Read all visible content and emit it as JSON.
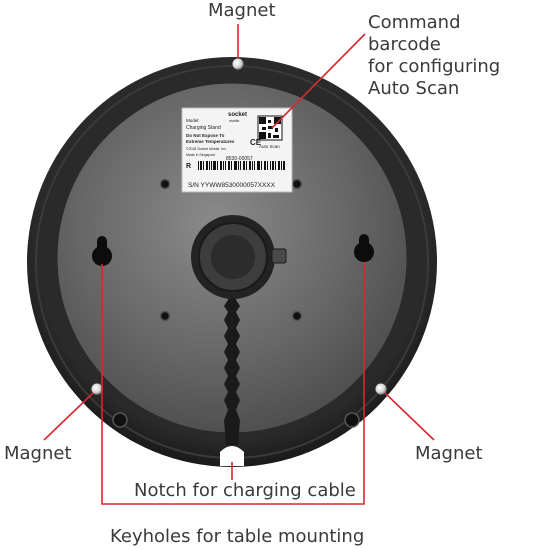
{
  "callouts": {
    "magnet_top": "Magnet",
    "magnet_left": "Magnet",
    "magnet_right": "Magnet",
    "command_barcode": "Command barcode\nfor configuring\nAuto Scan",
    "notch": "Notch for charging cable",
    "keyholes": "Keyholes for table mounting"
  },
  "product_label": {
    "brand": "socket",
    "brand_sub": "mobile",
    "model_label": "Model:",
    "model": "Charging Stand",
    "warning_1": "Do Not Expose To",
    "warning_2": "Extreme Temperatures",
    "copyright": "©2018 Socket Mobile, Inc.",
    "origin": "Made in Singapore",
    "autoscan": "Auto Scan",
    "ce": "CE",
    "r_mark": "R",
    "part_number": "8530-00057",
    "serial": "S/N YYWW8530000057XXXX"
  },
  "colors": {
    "callout_line": "#d7282f",
    "housing": "#1c1c1c",
    "base": "#5e5e5e"
  }
}
